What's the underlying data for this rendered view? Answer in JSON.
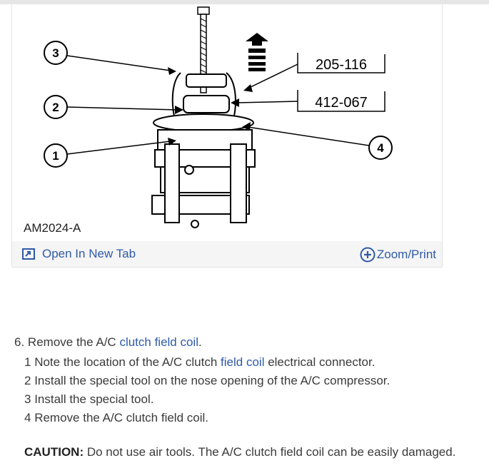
{
  "figure": {
    "callouts": [
      "3",
      "2",
      "1",
      "4"
    ],
    "tool_labels": [
      "205-116",
      "412-067"
    ],
    "code": "AM2024-A",
    "open_label": "Open In New Tab",
    "zoom_label": "Zoom/Print"
  },
  "step": {
    "number": "6.",
    "text_before": "Remove the A/C",
    "link_text": "clutch field coil",
    "text_after": ".",
    "substeps": [
      {
        "num": "1",
        "before": "Note the location of the A/C clutch",
        "link": "field coil",
        "after": "electrical connector."
      },
      {
        "num": "2",
        "text": "Install the special tool on the nose opening of the A/C compressor."
      },
      {
        "num": "3",
        "text": "Install the special tool."
      },
      {
        "num": "4",
        "text": "Remove the A/C clutch field coil."
      }
    ]
  },
  "caution": {
    "label": "CAUTION:",
    "text": "Do not use air tools. The A/C clutch field coil can be easily damaged."
  },
  "colors": {
    "link": "#2f5aa7",
    "text": "#3a3a3a",
    "bar_bg": "#f5f5f5"
  }
}
